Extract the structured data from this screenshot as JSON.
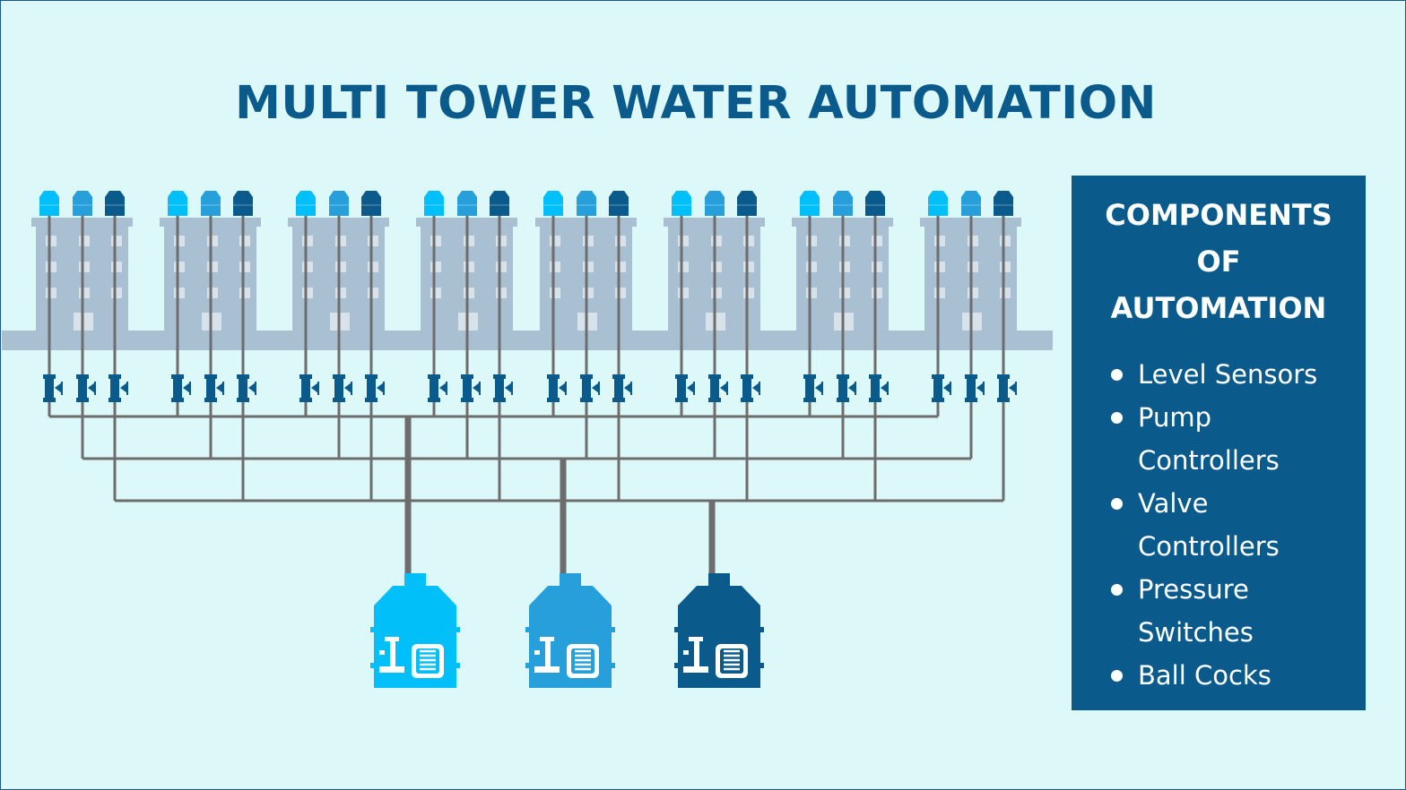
{
  "title": "MULTI TOWER WATER AUTOMATION",
  "components_panel": {
    "heading_lines": [
      "COMPONENTS",
      "OF",
      "AUTOMATION"
    ],
    "items": [
      "Level Sensors",
      "Pump Controllers",
      "Valve Controllers",
      "Pressure Switches",
      "Ball Cocks"
    ]
  },
  "diagram": {
    "tower_count": 8,
    "rooftop_tanks_per_tower": 3,
    "valves_per_tower": 3,
    "pump_tank_count": 3,
    "icons": {
      "tower": "building-icon",
      "rooftop_tank": "water-tank-icon",
      "valve": "valve-icon",
      "pump": "pump-motor-icon"
    },
    "colors": {
      "background": "#dcf8f8",
      "building": "#a9bfd2",
      "pipe": "#6d6d6d",
      "series": [
        "#00bff9",
        "#269fdb",
        "#0b5a8c"
      ],
      "panel": "#0b5a8c",
      "title": "#0b5a8c"
    }
  }
}
